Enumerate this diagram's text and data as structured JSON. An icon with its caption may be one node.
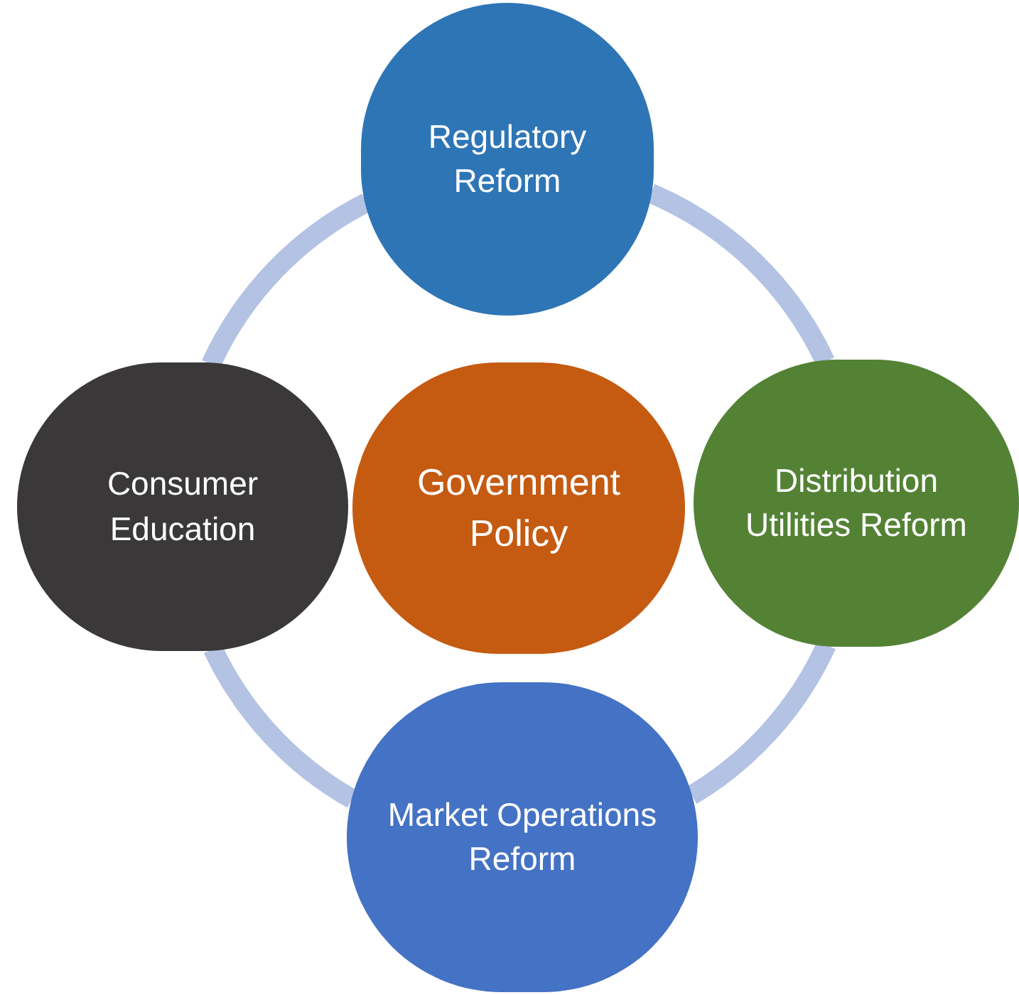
{
  "diagram": {
    "nodes": [
      {
        "text": [
          "Regulatory Reform"
        ]
      },
      {
        "text": [
          "Consumer Education"
        ]
      },
      {
        "text": [
          "Government Policy"
        ]
      },
      {
        "text": [
          "Distribution Utilities Reform"
        ]
      },
      {
        "text": [
          "Market Operations Reform"
        ]
      }
    ],
    "edges": [
      {
        "from": 0,
        "to": 3,
        "arrow": "none"
      },
      {
        "from": 3,
        "to": 4,
        "arrow": "none"
      },
      {
        "from": 4,
        "to": 1,
        "arrow": "none"
      },
      {
        "from": 1,
        "to": 0,
        "arrow": "none"
      }
    ]
  }
}
